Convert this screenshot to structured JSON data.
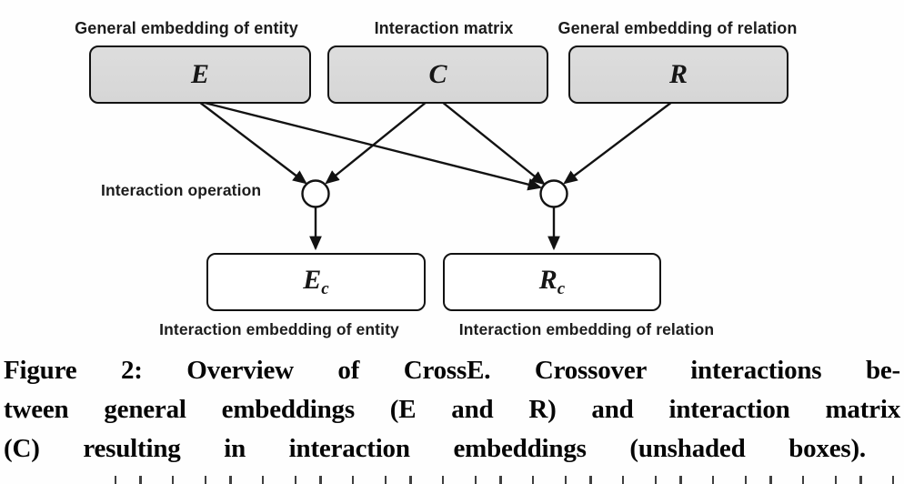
{
  "figure": {
    "top_nodes": [
      {
        "label": "General embedding of entity",
        "symbol": "E"
      },
      {
        "label": "Interaction matrix",
        "symbol": "C"
      },
      {
        "label": "General embedding of relation",
        "symbol": "R"
      }
    ],
    "operation_label": "Interaction operation",
    "bottom_nodes": [
      {
        "symbol": "E",
        "subscript": "c",
        "label": "Interaction embedding of entity"
      },
      {
        "symbol": "R",
        "subscript": "c",
        "label": "Interaction embedding of relation"
      }
    ],
    "edges": [
      {
        "from": "E",
        "to": "entity-interaction-operation"
      },
      {
        "from": "C",
        "to": "entity-interaction-operation"
      },
      {
        "from": "E",
        "to": "relation-interaction-operation"
      },
      {
        "from": "C",
        "to": "relation-interaction-operation"
      },
      {
        "from": "R",
        "to": "relation-interaction-operation"
      },
      {
        "from": "entity-interaction-operation",
        "to": "Ec"
      },
      {
        "from": "relation-interaction-operation",
        "to": "Rc"
      }
    ],
    "colors": {
      "shaded_fill": "#d6d6d6",
      "unshaded_fill": "#ffffff",
      "stroke_color": "#121212",
      "background": "#fefefe"
    }
  },
  "caption": {
    "lines": [
      "Figure 2: Overview of CrossE. Crossover interactions be-",
      "tween general embeddings (E and R) and interaction matrix",
      "(C) resulting in interaction embeddings (unshaded boxes)."
    ]
  }
}
